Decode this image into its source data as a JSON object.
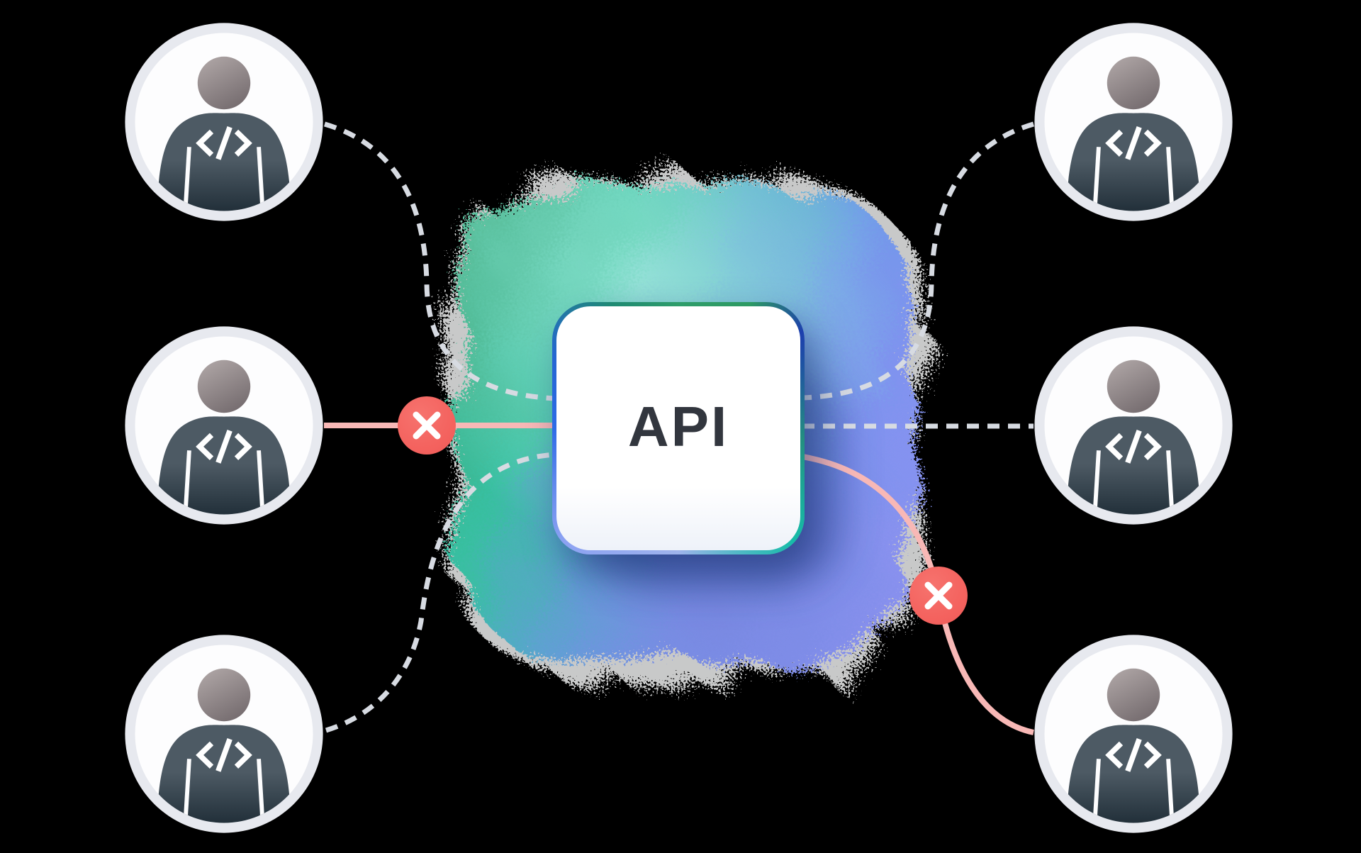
{
  "title": "API access illustration",
  "api_box": {
    "label": "API"
  },
  "colors": {
    "background": "#000000",
    "dash_line": "#d7dbe2",
    "blocked_line": "#f8b8b6",
    "blocked_badge": "#f4635f",
    "badge_icon": "#ffffff",
    "avatar_ring": "#e7e9ef",
    "avatar_fill": "#fdfdfe",
    "head_top": "#aea5a5",
    "head_bottom": "#746b6e",
    "body_top": "#4d5a64",
    "body_bottom": "#15232d",
    "code_icon": "#ffffff",
    "api_text": "#32363e",
    "api_box_fill": "#ffffff"
  },
  "cloud_palette": [
    "#3fb188",
    "#38bfa0",
    "#57a8cf",
    "#6f9ae8",
    "#8a92f0",
    "#aef0e2",
    "#7b86e0"
  ],
  "box_border_palette": [
    "#2e9d6a",
    "#1d3fae",
    "#238f80",
    "#17bca9",
    "#9fb4ec",
    "#8ca2f2",
    "#2e6be6",
    "#1f8a72"
  ],
  "avatars": [
    {
      "id": "developer-top-left",
      "icon": "developer-code-avatar"
    },
    {
      "id": "developer-middle-left",
      "icon": "developer-code-avatar"
    },
    {
      "id": "developer-bottom-left",
      "icon": "developer-code-avatar"
    },
    {
      "id": "developer-top-right",
      "icon": "developer-code-avatar"
    },
    {
      "id": "developer-middle-right",
      "icon": "developer-code-avatar"
    },
    {
      "id": "developer-bottom-right",
      "icon": "developer-code-avatar"
    }
  ],
  "connections": [
    {
      "from": "developer-top-left",
      "to": "api",
      "style": "dashed",
      "blocked": false
    },
    {
      "from": "developer-middle-left",
      "to": "api",
      "style": "solid",
      "blocked": true
    },
    {
      "from": "developer-bottom-left",
      "to": "api",
      "style": "dashed",
      "blocked": false
    },
    {
      "from": "developer-top-right",
      "to": "api",
      "style": "dashed",
      "blocked": false
    },
    {
      "from": "developer-middle-right",
      "to": "api",
      "style": "dashed",
      "blocked": false
    },
    {
      "from": "developer-bottom-right",
      "to": "api",
      "style": "solid",
      "blocked": true
    }
  ]
}
